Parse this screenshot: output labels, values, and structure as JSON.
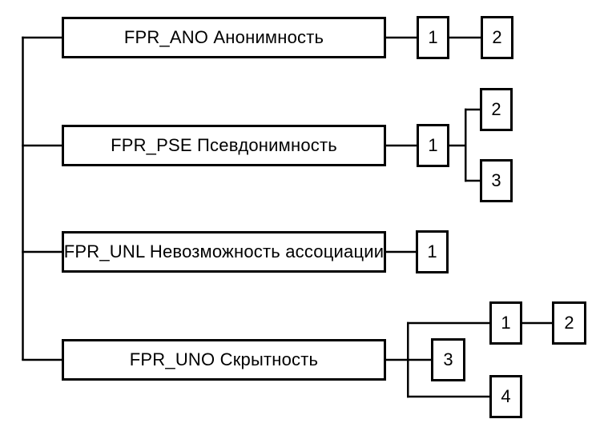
{
  "colors": {
    "line": "#000000",
    "text": "#000000",
    "background": "#ffffff"
  },
  "families": [
    {
      "code": "FPR_ANO",
      "label": "FPR_ANO Анонимность",
      "components": [
        {
          "label": "1",
          "connected_to": "family"
        },
        {
          "label": "2",
          "connected_to": "1"
        }
      ]
    },
    {
      "code": "FPR_PSE",
      "label": "FPR_PSE Псевдонимность",
      "components": [
        {
          "label": "1",
          "connected_to": "family"
        },
        {
          "label": "2",
          "connected_to": "1"
        },
        {
          "label": "3",
          "connected_to": "1"
        }
      ]
    },
    {
      "code": "FPR_UNL",
      "label": "FPR_UNL Невозможность ассоциации",
      "components": [
        {
          "label": "1",
          "connected_to": "family"
        }
      ]
    },
    {
      "code": "FPR_UNO",
      "label": "FPR_UNO Скрытность",
      "components": [
        {
          "label": "1",
          "connected_to": "family"
        },
        {
          "label": "2",
          "connected_to": "1"
        },
        {
          "label": "3",
          "connected_to": "family"
        },
        {
          "label": "4",
          "connected_to": "family"
        }
      ]
    }
  ]
}
